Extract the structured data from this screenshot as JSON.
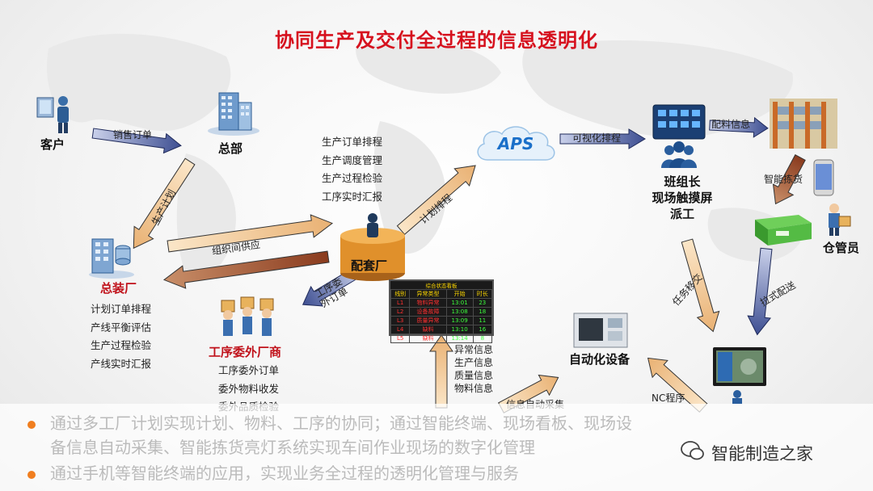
{
  "title": "协同生产及交付全过程的信息透明化",
  "nodes": {
    "customer": "客户",
    "headquarters": "总部",
    "final_assembly": "总装厂",
    "supply_factory": "配套厂",
    "outsourcing": "工序委外厂商",
    "aps": "APS",
    "team_leader": [
      "班组长",
      "现场触摸屏",
      "派工"
    ],
    "warehouse_keeper": "仓管员",
    "automation": "自动化设备"
  },
  "lists": {
    "supply_factory": [
      "生产订单排程",
      "生产调度管理",
      "生产过程检验",
      "工序实时汇报"
    ],
    "final_assembly": [
      "计划订单排程",
      "产线平衡评估",
      "生产过程检验",
      "产线实时汇报"
    ],
    "outsourcing": [
      "工序委外订单",
      "委外物料收发",
      "委外品质检验"
    ],
    "board_info": [
      "异常信息",
      "生产信息",
      "质量信息",
      "物料信息"
    ]
  },
  "arrow_labels": {
    "sales_order": "销售订单",
    "production_plan": "生产计划",
    "inter_org_supply": "组织间供应",
    "plan_schedule": "计划排程",
    "process_outsource_order": "工序委外订单",
    "visual_schedule": "可视化排程",
    "kitting_info": "配料信息",
    "smart_picking": "智能拣货",
    "task_handover": "任务移交",
    "pull_delivery": "拉式配送",
    "nc_program": "NC程序",
    "info_auto_collect": "信息自动采集"
  },
  "board": {
    "title": "综合状态看板",
    "headers": [
      "线别",
      "异常类型",
      "开始",
      "时长"
    ],
    "rows": [
      [
        "L1",
        "物料异常",
        "13:01",
        "23"
      ],
      [
        "L2",
        "设备故障",
        "13:08",
        "18"
      ],
      [
        "L3",
        "质量异常",
        "13:09",
        "11"
      ],
      [
        "L4",
        "缺料",
        "13:10",
        "16"
      ],
      [
        "L5",
        "缺料",
        "13:14",
        "8"
      ]
    ]
  },
  "bullets": [
    "通过多工厂计划实现计划、物料、工序的协同；通过智能终端、现场看板、现场设",
    "备信息自动采集、智能拣货亮灯系统实现车间作业现场的数字化管理",
    "通过手机等智能终端的应用，实现业务全过程的透明化管理与服务"
  ],
  "watermark": "智能制造之家",
  "colors": {
    "title": "#d6111e",
    "arrow_tan": "#f2c88e",
    "arrow_blue": "#4a5a9c",
    "bullet_dot": "#f07e1f",
    "label_red": "#c0111a"
  }
}
